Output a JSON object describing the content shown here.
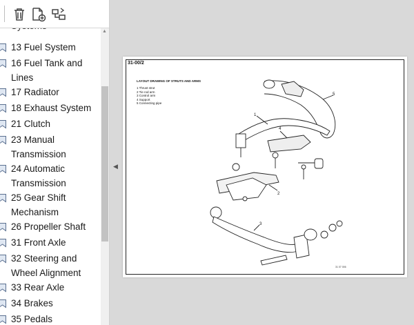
{
  "toolbar": {
    "buttons": [
      {
        "name": "delete-page-icon",
        "label": "Delete"
      },
      {
        "name": "add-bookmark-icon",
        "label": "Add bookmark"
      },
      {
        "name": "collapse-bookmarks-icon",
        "label": "Expand/collapse"
      }
    ]
  },
  "outline": {
    "partial_top": "Systems",
    "items": [
      {
        "label": "13  Fuel System"
      },
      {
        "label": "16  Fuel Tank and Lines"
      },
      {
        "label": "17  Radiator"
      },
      {
        "label": "18  Exhaust System"
      },
      {
        "label": "21  Clutch"
      },
      {
        "label": "23  Manual Transmission"
      },
      {
        "label": "24  Automatic Transmission"
      },
      {
        "label": "25  Gear Shift Mechanism"
      },
      {
        "label": "26  Propeller Shaft"
      },
      {
        "label": "31  Front Axle"
      },
      {
        "label": "32  Steering and Wheel Alignment"
      },
      {
        "label": "33  Rear Axle"
      },
      {
        "label": "34  Brakes"
      },
      {
        "label": "35  Pedals"
      }
    ]
  },
  "document": {
    "page_id": "31-00/2",
    "legend_title": "LAYOUT DRAWING OF STRUTS AND ARMS",
    "legend_items": [
      "1  Thrust strut",
      "2  Tie rod arm",
      "3  Control arm",
      "4  Support",
      "5  Connecting pipe"
    ],
    "callouts": [
      "1",
      "2",
      "3",
      "4",
      "5"
    ],
    "figure_code": "31 07 006"
  }
}
